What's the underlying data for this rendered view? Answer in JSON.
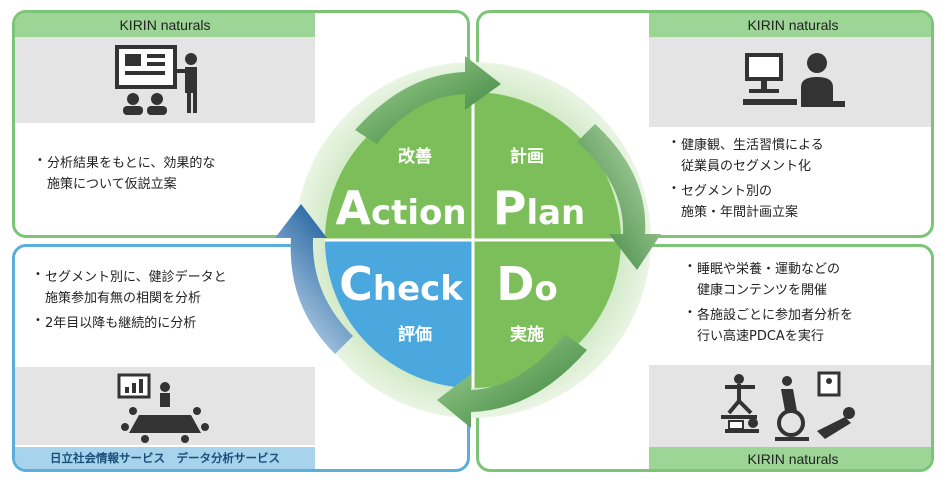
{
  "panels": {
    "top_left": {
      "header": "KIRIN naturals",
      "bullets": [
        [
          "分析結果をもとに、効果的な",
          "施策について仮説立案"
        ]
      ]
    },
    "top_right": {
      "header": "KIRIN naturals",
      "bullets": [
        [
          "健康観、生活習慣による",
          "従業員のセグメント化"
        ],
        [
          "セグメント別の",
          "施策・年間計画立案"
        ]
      ]
    },
    "bottom_left": {
      "footer": "日立社会情報サービス　データ分析サービス",
      "bullets": [
        [
          "セグメント別に、健診データと",
          "施策参加有無の相関を分析"
        ],
        [
          "2年目以降も継続的に分析"
        ]
      ]
    },
    "bottom_right": {
      "footer": "KIRIN naturals",
      "bullets": [
        [
          "睡眠や栄養・運動などの",
          "健康コンテンツを開催"
        ],
        [
          "各施設ごとに参加者分析を",
          "行い高速PDCAを実行"
        ]
      ]
    }
  },
  "cycle": {
    "action": {
      "jp": "改善",
      "first": "A",
      "rest": "ction"
    },
    "plan": {
      "jp": "計画",
      "first": "P",
      "rest": "lan"
    },
    "check": {
      "jp": "評価",
      "first": "C",
      "rest": "heck"
    },
    "do": {
      "jp": "実施",
      "first": "D",
      "rest": "o"
    }
  },
  "colors": {
    "green_border": "#7cc576",
    "blue_border": "#5aaed9",
    "green_quadrant": "#7cbf5a",
    "blue_quadrant": "#4aa8df",
    "arrow_green": "#3f8a3a",
    "arrow_blue": "#2e6aa6"
  },
  "icons": [
    "presentation-icon",
    "computer-user-icon",
    "meeting-icon",
    "exercise-icon"
  ]
}
